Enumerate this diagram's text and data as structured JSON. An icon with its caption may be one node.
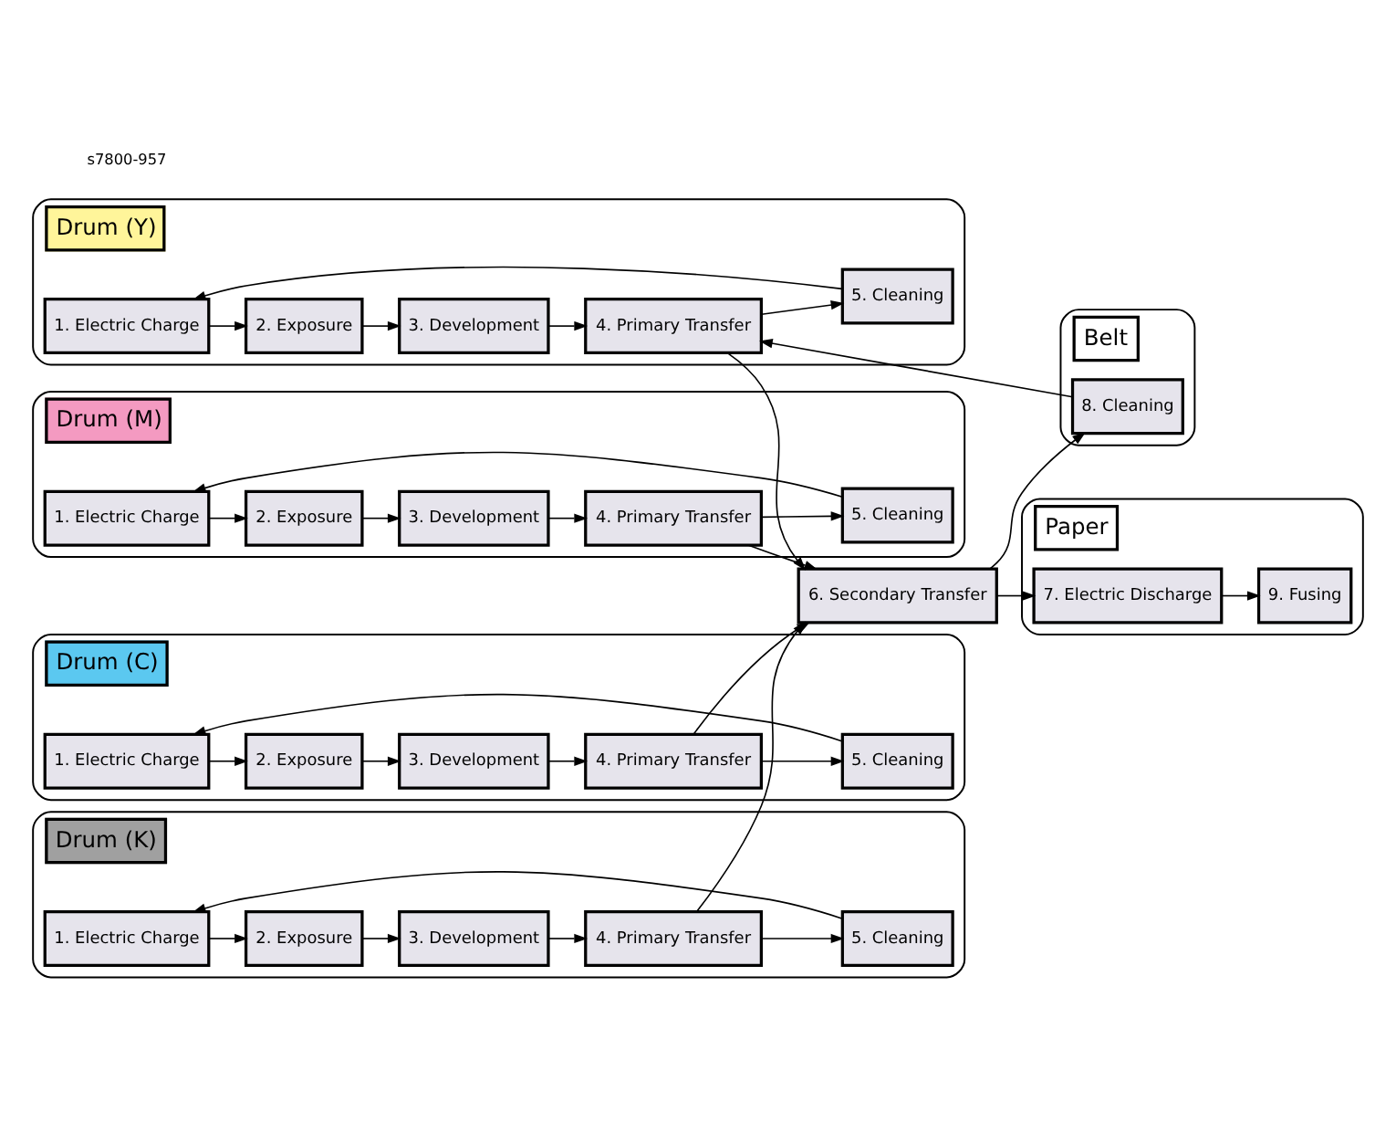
{
  "diagram": {
    "nodes": [
      {
        "text": [
          "Drum (Y)"
        ]
      },
      {
        "text": [
          "1. Electric Charge"
        ],
        "in": 0
      },
      {
        "text": [
          "2. Exposure"
        ],
        "in": 0
      },
      {
        "text": [
          "3. Development"
        ],
        "in": 0
      },
      {
        "text": [
          "4. Primary Transfer"
        ],
        "in": 0
      },
      {
        "text": [
          "5. Cleaning"
        ],
        "in": 0
      },
      {
        "text": [
          "Drum (M)"
        ]
      },
      {
        "text": [
          "1. Electric Charge"
        ],
        "in": 6
      },
      {
        "text": [
          "2. Exposure"
        ],
        "in": 6
      },
      {
        "text": [
          "3. Development"
        ],
        "in": 6
      },
      {
        "text": [
          "4. Primary Transfer"
        ],
        "in": 6
      },
      {
        "text": [
          "5. Cleaning"
        ],
        "in": 6
      },
      {
        "text": [
          "Drum (C)"
        ]
      },
      {
        "text": [
          "1. Electric Charge"
        ],
        "in": 12
      },
      {
        "text": [
          "2. Exposure"
        ],
        "in": 12
      },
      {
        "text": [
          "3. Development"
        ],
        "in": 12
      },
      {
        "text": [
          "4. Primary Transfer"
        ],
        "in": 12
      },
      {
        "text": [
          "5. Cleaning"
        ],
        "in": 12
      },
      {
        "text": [
          "Drum (K)"
        ]
      },
      {
        "text": [
          "1. Electric Charge"
        ],
        "in": 18
      },
      {
        "text": [
          "2. Exposure"
        ],
        "in": 18
      },
      {
        "text": [
          "3. Development"
        ],
        "in": 18
      },
      {
        "text": [
          "4. Primary Transfer"
        ],
        "in": 18
      },
      {
        "text": [
          "5. Cleaning"
        ],
        "in": 18
      },
      {
        "text": [
          "Belt"
        ]
      },
      {
        "text": [
          "Paper"
        ]
      },
      {
        "text": [
          "6. Secondary Transfer"
        ]
      },
      {
        "text": [
          "7. Electric Discharge"
        ],
        "in": 25
      },
      {
        "text": [
          "9. Fusing"
        ],
        "in": 25
      },
      {
        "text": [
          "8. Cleaning"
        ],
        "in": 24
      }
    ],
    "edges": [
      {
        "from": 1,
        "to": 2,
        "arrow": "to"
      },
      {
        "from": 2,
        "to": 3,
        "arrow": "to"
      },
      {
        "from": 3,
        "to": 4,
        "arrow": "to"
      },
      {
        "from": 4,
        "to": 5,
        "arrow": "to"
      },
      {
        "from": 5,
        "to": 1,
        "arrow": "to"
      },
      {
        "from": 4,
        "to": 26,
        "arrow": "to"
      },
      {
        "from": 7,
        "to": 8,
        "arrow": "to"
      },
      {
        "from": 8,
        "to": 9,
        "arrow": "to"
      },
      {
        "from": 9,
        "to": 10,
        "arrow": "to"
      },
      {
        "from": 10,
        "to": 11,
        "arrow": "to"
      },
      {
        "from": 11,
        "to": 7,
        "arrow": "to"
      },
      {
        "from": 10,
        "to": 26,
        "arrow": "to"
      },
      {
        "from": 13,
        "to": 14,
        "arrow": "to"
      },
      {
        "from": 14,
        "to": 15,
        "arrow": "to"
      },
      {
        "from": 15,
        "to": 16,
        "arrow": "to"
      },
      {
        "from": 16,
        "to": 17,
        "arrow": "to"
      },
      {
        "from": 17,
        "to": 13,
        "arrow": "to"
      },
      {
        "from": 16,
        "to": 26,
        "arrow": "to"
      },
      {
        "from": 19,
        "to": 20,
        "arrow": "to"
      },
      {
        "from": 20,
        "to": 21,
        "arrow": "to"
      },
      {
        "from": 21,
        "to": 22,
        "arrow": "to"
      },
      {
        "from": 22,
        "to": 23,
        "arrow": "to"
      },
      {
        "from": 23,
        "to": 19,
        "arrow": "to"
      },
      {
        "from": 22,
        "to": 26,
        "arrow": "to"
      },
      {
        "from": 26,
        "to": 29,
        "arrow": "to"
      },
      {
        "from": 29,
        "to": 4,
        "arrow": "to"
      },
      {
        "from": 26,
        "to": 27,
        "arrow": "to"
      },
      {
        "from": 27,
        "to": 28,
        "arrow": "to"
      }
    ],
    "labels": [
      "s7800-957"
    ]
  }
}
